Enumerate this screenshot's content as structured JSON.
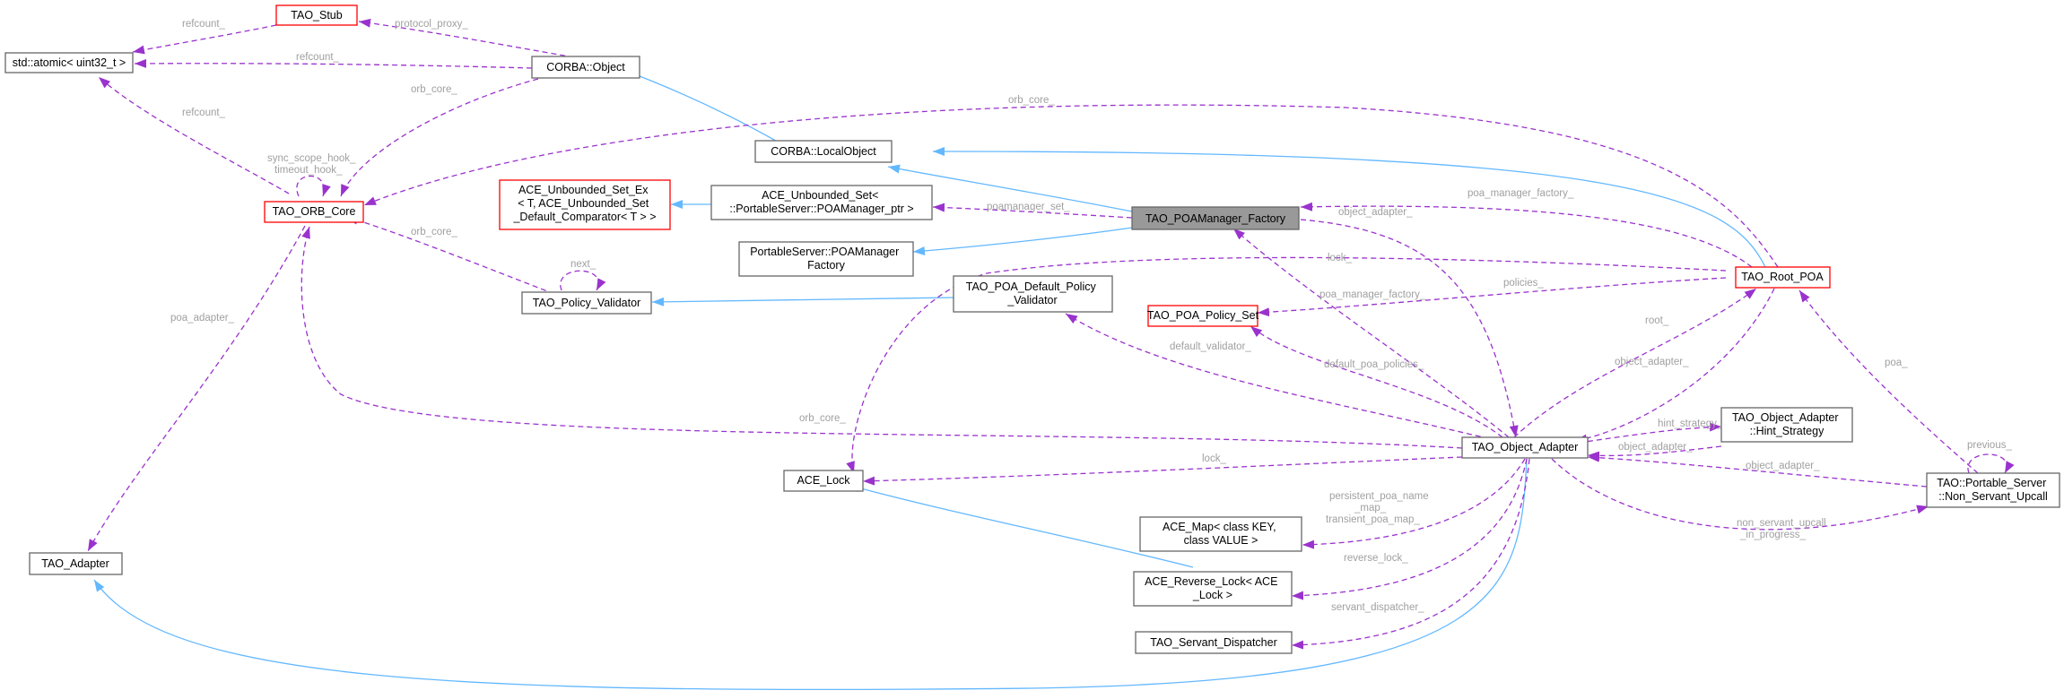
{
  "colors": {
    "inheritance_edge": "#63b8ff",
    "usage_edge": "#9a32cd",
    "edge_label_text": "#a0a0a0",
    "node_border": "#666666",
    "incomplete_node_border": "#ff0000",
    "current_node_fill": "#999999"
  },
  "nodes": {
    "tao_stub": {
      "lines": [
        "TAO_Stub"
      ]
    },
    "std_atomic": {
      "lines": [
        "std::atomic< uint32_t >"
      ]
    },
    "corba_object": {
      "lines": [
        "CORBA::Object"
      ]
    },
    "corba_localobject": {
      "lines": [
        "CORBA::LocalObject"
      ]
    },
    "tao_orb_core": {
      "lines": [
        "TAO_ORB_Core"
      ]
    },
    "ace_unbounded_set_ex": {
      "lines": [
        "ACE_Unbounded_Set_Ex",
        "< T, ACE_Unbounded_Set",
        "_Default_Comparator< T > >"
      ]
    },
    "ace_unbounded_set": {
      "lines": [
        "ACE_Unbounded_Set<",
        "::PortableServer::POAManager_ptr >"
      ]
    },
    "tao_poamanager_factory": {
      "lines": [
        "TAO_POAManager_Factory"
      ]
    },
    "portableserver_poamanager_factory": {
      "lines": [
        "PortableServer::POAManager",
        "Factory"
      ]
    },
    "tao_policy_validator": {
      "lines": [
        "TAO_Policy_Validator"
      ]
    },
    "tao_poa_default_policy_validator": {
      "lines": [
        "TAO_POA_Default_Policy",
        "_Validator"
      ]
    },
    "tao_poa_policy_set": {
      "lines": [
        "TAO_POA_Policy_Set"
      ]
    },
    "tao_root_poa": {
      "lines": [
        "TAO_Root_POA"
      ]
    },
    "tao_object_adapter": {
      "lines": [
        "TAO_Object_Adapter"
      ]
    },
    "tao_object_adapter_hint_strategy": {
      "lines": [
        "TAO_Object_Adapter",
        "::Hint_Strategy"
      ]
    },
    "tao_portable_server_non_servant_upcall": {
      "lines": [
        "TAO::Portable_Server",
        "::Non_Servant_Upcall"
      ]
    },
    "ace_lock": {
      "lines": [
        "ACE_Lock"
      ]
    },
    "ace_map": {
      "lines": [
        "ACE_Map< class KEY,",
        "class VALUE >"
      ]
    },
    "ace_reverse_lock": {
      "lines": [
        "ACE_Reverse_Lock< ACE",
        "_Lock >"
      ]
    },
    "tao_servant_dispatcher": {
      "lines": [
        "TAO_Servant_Dispatcher"
      ]
    },
    "tao_adapter": {
      "lines": [
        "TAO_Adapter"
      ]
    }
  },
  "edges": {
    "refcount_stub": [
      "refcount_"
    ],
    "refcount_object": [
      "refcount_"
    ],
    "refcount_orb": [
      "refcount_"
    ],
    "protocol_proxy": [
      "protocol_proxy_"
    ],
    "orb_core_object": [
      "orb_core_"
    ],
    "sync_scope_hook": [
      "sync_scope_hook_",
      "timeout_hook_"
    ],
    "orb_core_rootpoa": [
      "orb_core_"
    ],
    "orb_core_policy_validator": [
      "orb_core_"
    ],
    "next": [
      "next_"
    ],
    "poa_adapter": [
      "poa_adapter_"
    ],
    "poamanager_set": [
      "poamanager_set_"
    ],
    "object_adapter_factory": [
      "object_adapter_"
    ],
    "poa_manager_factory_rootpoa": [
      "poa_manager_factory_"
    ],
    "lock_rootpoa": [
      "lock_"
    ],
    "poa_manager_factory_oa": [
      "poa_manager_factory_"
    ],
    "policies": [
      "policies_"
    ],
    "default_validator": [
      "default_validator_"
    ],
    "default_poa_policies": [
      "default_poa_policies_"
    ],
    "root": [
      "root_"
    ],
    "object_adapter_rootpoa": [
      "object_adapter_"
    ],
    "orb_core_oa": [
      "orb_core_"
    ],
    "hint_strategy": [
      "hint_strategy_"
    ],
    "object_adapter_hint": [
      "object_adapter_"
    ],
    "object_adapter_upcall": [
      "object_adapter_"
    ],
    "poa": [
      "poa_"
    ],
    "previous": [
      "previous_"
    ],
    "lock_oa": [
      "lock_"
    ],
    "persistent_poa_map": [
      "persistent_poa_name",
      "_map_",
      "transient_poa_map_"
    ],
    "reverse_lock": [
      "reverse_lock_"
    ],
    "servant_dispatcher": [
      "servant_dispatcher_"
    ],
    "non_servant_upcall": [
      "non_servant_upcall",
      "_in_progress_"
    ]
  }
}
